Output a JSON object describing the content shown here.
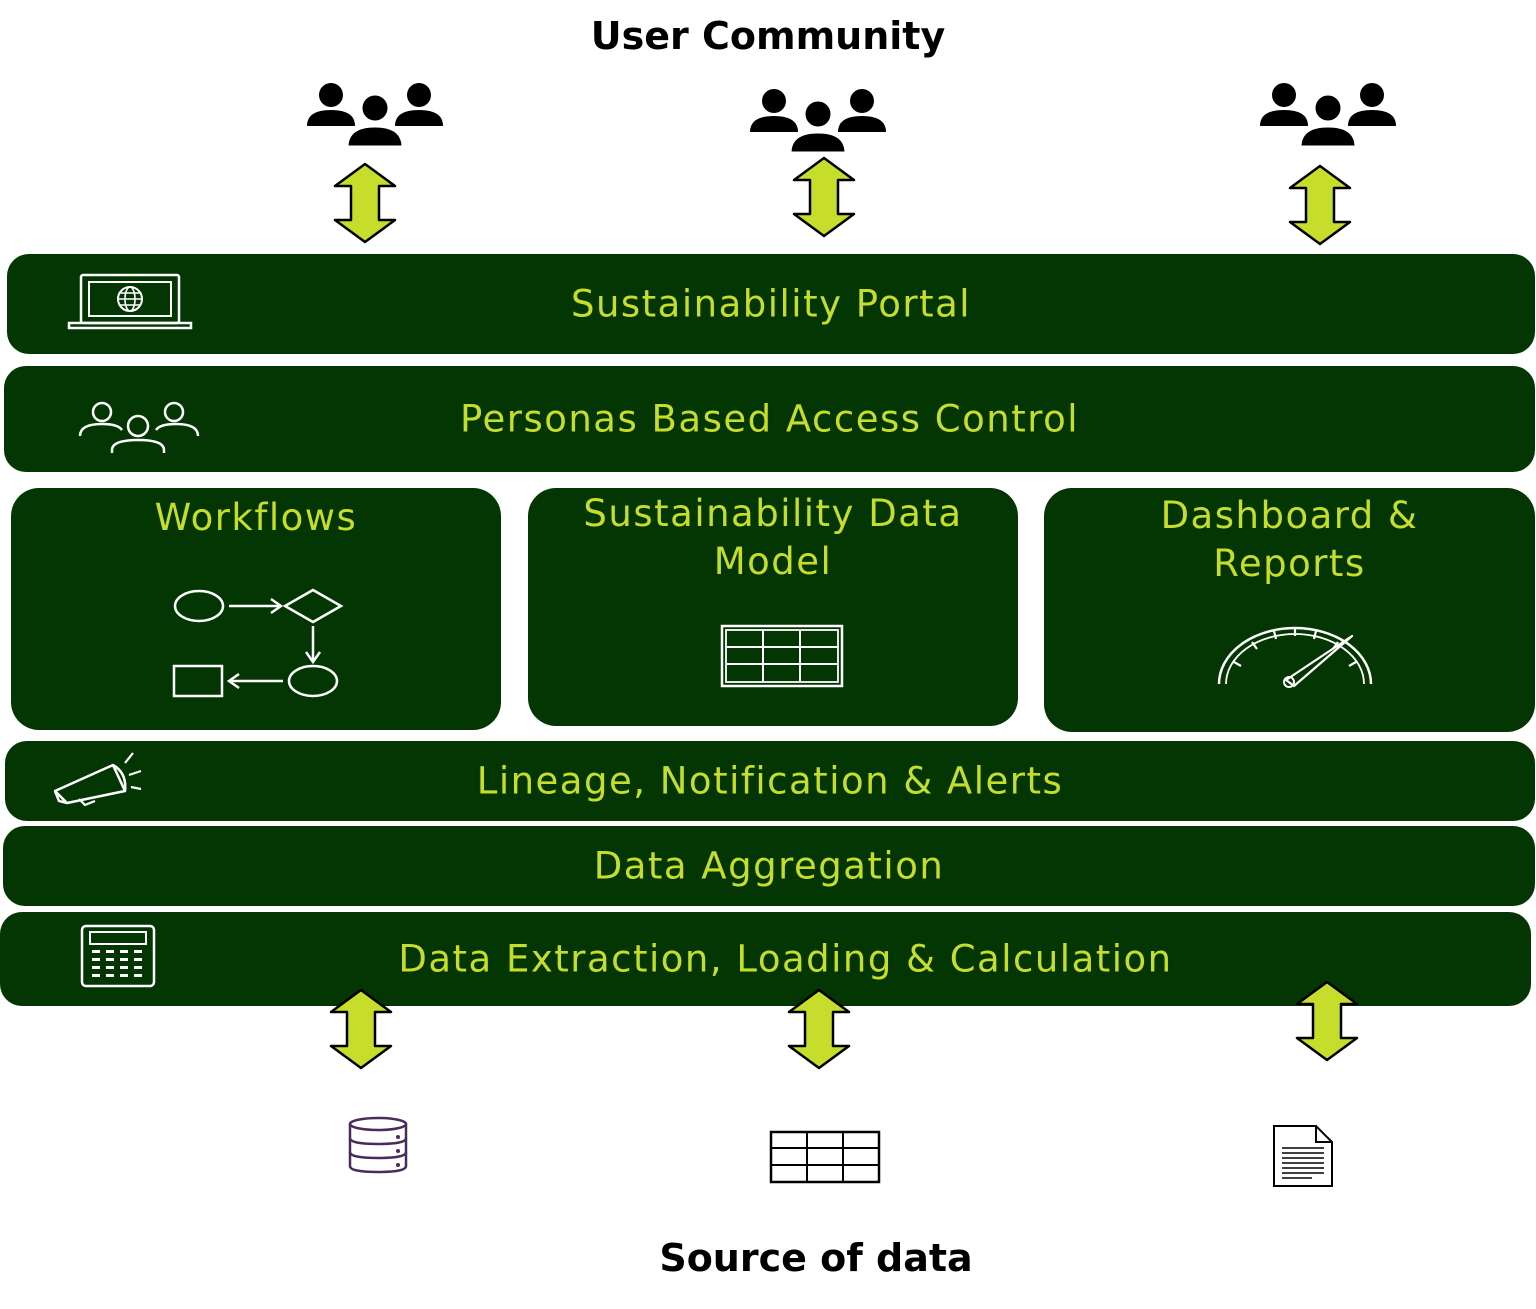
{
  "top_heading": "User Community",
  "bottom_heading": "Source of data",
  "colors": {
    "band_fill": "#033603",
    "band_text": "#c6dd2c",
    "arrow_fill": "#c6dd2c",
    "icon_line": "#ffffff"
  },
  "layers": {
    "portal": {
      "label": "Sustainability Portal",
      "icon": "laptop-globe-icon"
    },
    "access": {
      "label": "Personas Based Access Control",
      "icon": "people-outline-icon"
    },
    "workflows": {
      "label": "Workflows",
      "icon": "workflow-icon"
    },
    "data_model": {
      "label": "Sustainability Data\nModel",
      "icon": "table-grid-icon"
    },
    "dashboard": {
      "label": "Dashboard &\nReports",
      "icon": "gauge-icon"
    },
    "lineage": {
      "label": "Lineage, Notification & Alerts",
      "icon": "megaphone-icon"
    },
    "aggregation": {
      "label": "Data Aggregation"
    },
    "extraction": {
      "label": "Data Extraction, Loading & Calculation",
      "icon": "calculator-icon"
    }
  },
  "sources": [
    {
      "icon": "database-icon"
    },
    {
      "icon": "table-icon"
    },
    {
      "icon": "document-icon"
    }
  ]
}
